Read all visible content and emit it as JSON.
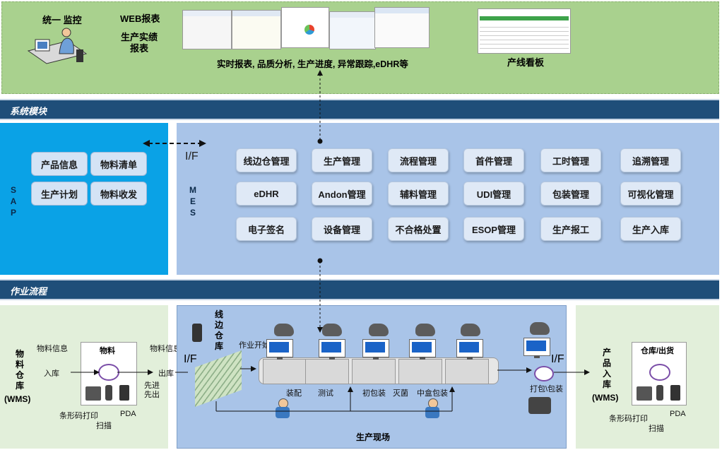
{
  "top": {
    "monitor_label": "统一 监控",
    "web_report": "WEB报表",
    "report_line1": "生产实绩",
    "report_line2": "报表",
    "reports_caption": "实时报表, 品质分析, 生产进度, 异常跟踪,eDHR等",
    "board_label": "产线看板"
  },
  "bars": {
    "system_modules": "系统模块",
    "workflow": "作业流程"
  },
  "sap": {
    "label": "SAP",
    "modules": [
      "产品信息",
      "物料清单",
      "生产计划",
      "物料收发"
    ]
  },
  "mes": {
    "label": "MES",
    "if_label": "I/F",
    "modules": [
      "线边仓管理",
      "生产管理",
      "流程管理",
      "首件管理",
      "工时管理",
      "追溯管理",
      "eDHR",
      "Andon管理",
      "辅料管理",
      "UDI管理",
      "包装管理",
      "可视化管理",
      "电子签名",
      "设备管理",
      "不合格处置",
      "ESOP管理",
      "生产报工",
      "生产入库"
    ]
  },
  "warehouse": {
    "title_line1": "物料仓库",
    "title_line2": "(WMS)",
    "material_info_left": "物料信息",
    "material_info_right": "物料信息",
    "card_title": "物料",
    "inbound": "入库",
    "outbound": "出库",
    "fifo_line1": "先进",
    "fifo_line2": "先出",
    "barcode_print": "条形码打印",
    "pda": "PDA",
    "scan": "扫描"
  },
  "production": {
    "line_warehouse": "线边仓库",
    "if_left": "I/F",
    "if_right": "I/F",
    "start": "作业开始",
    "stations": [
      "装配",
      "测试",
      "初包装",
      "灭菌",
      "中盒包装"
    ],
    "pack": "打包\\包装",
    "site": "生产现场"
  },
  "product_wh": {
    "title_line1": "产品入库",
    "title_line2": "(WMS)",
    "card_title": "仓库/出货",
    "barcode_print": "条形码打印",
    "pda": "PDA",
    "scan": "扫描"
  }
}
